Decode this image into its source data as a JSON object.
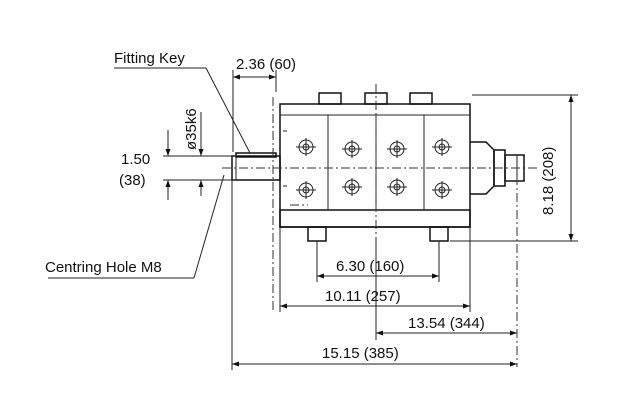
{
  "labels": {
    "fitting_key": "Fitting Key",
    "centring_hole": "Centring Hole M8",
    "shaft_diameter": "ø35k6",
    "shaft_height_in": "1.50",
    "shaft_height_mm": "(38)",
    "key_length": "2.36 (60)",
    "height_total": "8.18 (208)",
    "foot_spacing": "6.30 (160)",
    "body_length": "10.11 (257)",
    "mount_length": "13.54 (344)",
    "overall_length": "15.15 (385)"
  },
  "colors": {
    "ink": "#111111",
    "body_fill": "#ffffff"
  }
}
